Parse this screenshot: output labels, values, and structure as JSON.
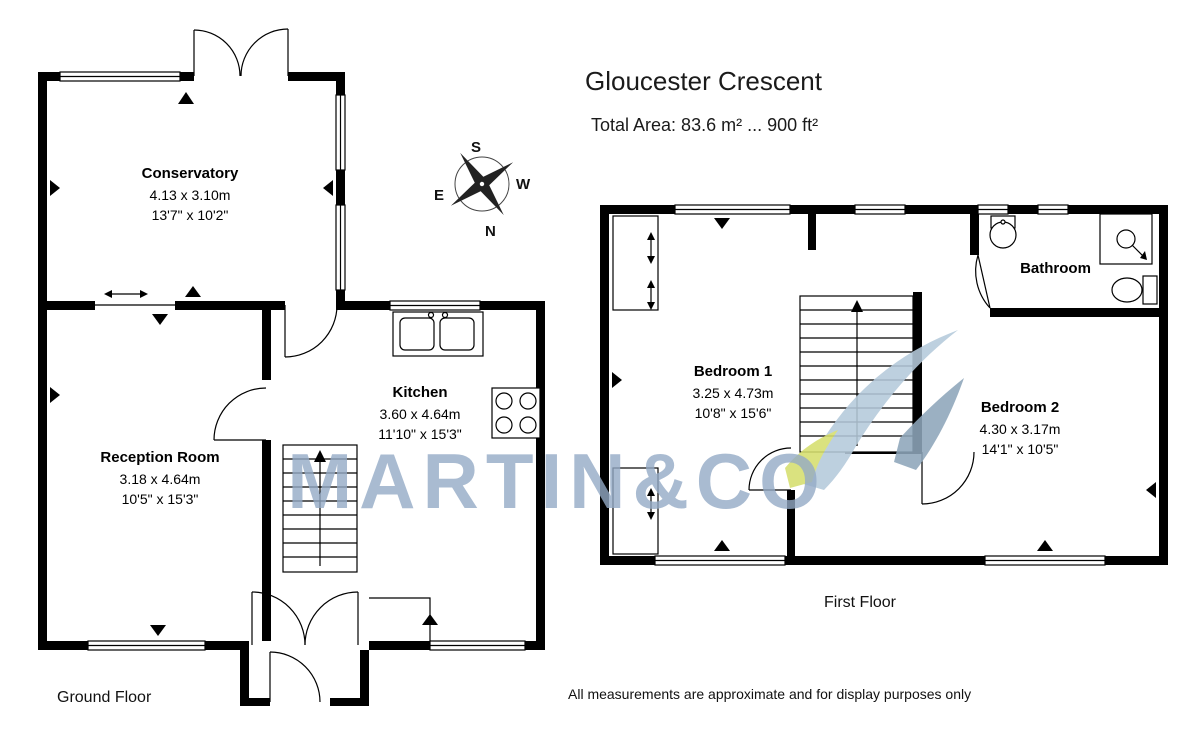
{
  "header": {
    "title": "Gloucester Crescent",
    "total_area": "Total Area: 83.6 m² ... 900 ft²"
  },
  "watermark": "MARTIN&CO",
  "compass": {
    "n": "N",
    "s": "S",
    "e": "E",
    "w": "W"
  },
  "ground_floor": {
    "label": "Ground Floor",
    "conservatory": {
      "name": "Conservatory",
      "metric": "4.13 x 3.10m",
      "imperial": "13'7\" x 10'2\""
    },
    "reception": {
      "name": "Reception Room",
      "metric": "3.18 x 4.64m",
      "imperial": "10'5\" x 15'3\""
    },
    "kitchen": {
      "name": "Kitchen",
      "metric": "3.60 x 4.64m",
      "imperial": "11'10\" x 15'3\""
    }
  },
  "first_floor": {
    "label": "First Floor",
    "bedroom1": {
      "name": "Bedroom 1",
      "metric": "3.25 x 4.73m",
      "imperial": "10'8\" x 15'6\""
    },
    "bedroom2": {
      "name": "Bedroom 2",
      "metric": "4.30 x 3.17m",
      "imperial": "14'1\" x 10'5\""
    },
    "bathroom": {
      "name": "Bathroom"
    }
  },
  "footer": {
    "disclaimer": "All measurements are approximate and for display purposes only"
  },
  "icons": [
    "compass-icon",
    "sink-icon",
    "hob-icon",
    "stairs-icon",
    "basin-icon",
    "shower-icon",
    "toilet-icon",
    "wardrobe-icon",
    "door-arc",
    "window",
    "view-marker"
  ]
}
